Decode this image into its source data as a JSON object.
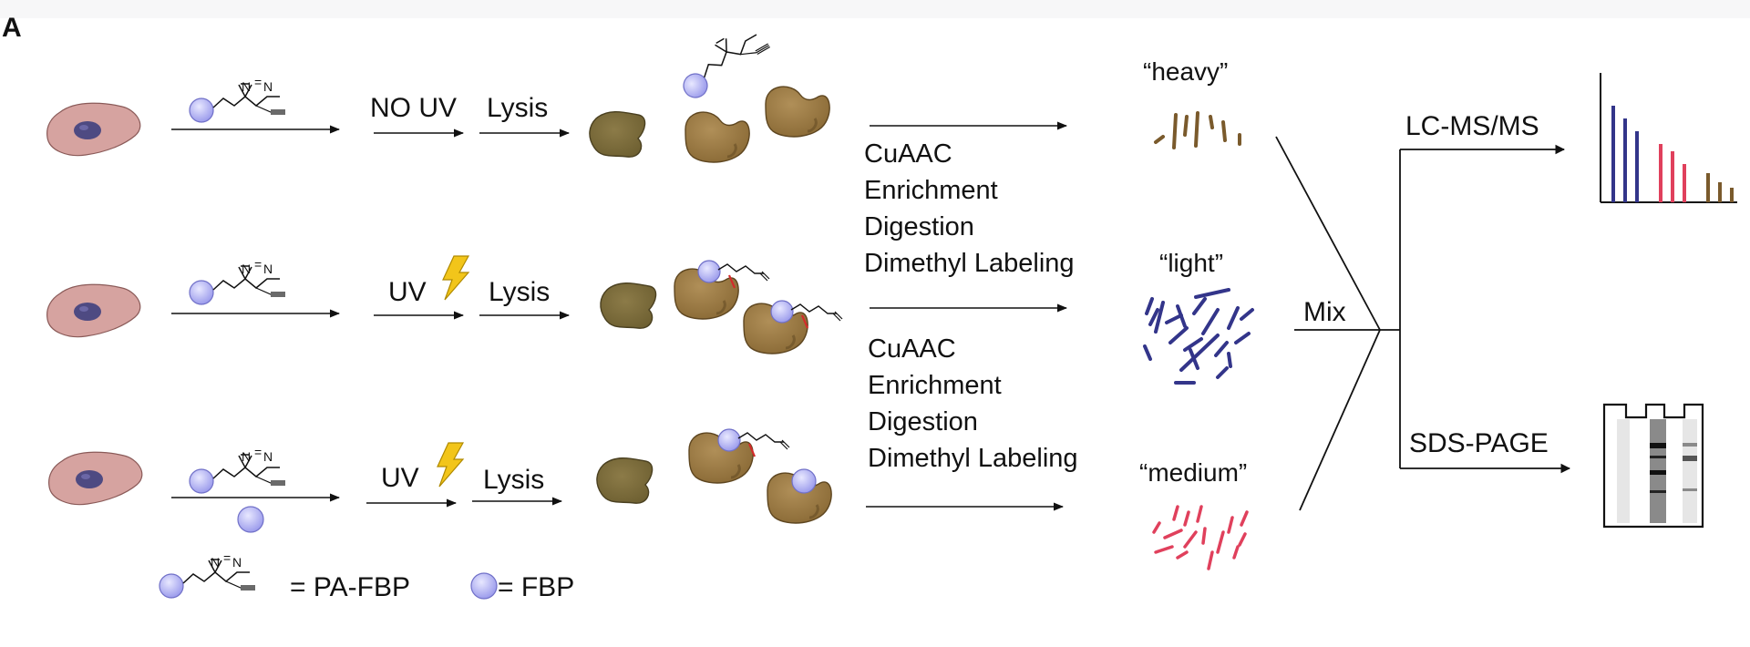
{
  "panel_label": "A",
  "rows": [
    {
      "condition": "NO UV",
      "step": "Lysis"
    },
    {
      "condition": "UV",
      "step": "Lysis"
    },
    {
      "condition": "UV",
      "step": "Lysis"
    }
  ],
  "workflow_blocks": [
    [
      "CuAAC",
      "Enrichment",
      "Digestion",
      "Dimethyl Labeling"
    ],
    [
      "CuAAC",
      "Enrichment",
      "Digestion",
      "Dimethyl Labeling"
    ]
  ],
  "labels": {
    "heavy": "“heavy”",
    "light": "“light”",
    "medium": "“medium”",
    "mix": "Mix",
    "lcms": "LC-MS/MS",
    "sds": "SDS-PAGE"
  },
  "legend": {
    "pa_fbp": "= PA-FBP",
    "fbp": "= FBP"
  },
  "probe_atoms": {
    "n1": "N",
    "n2": "N",
    "eq": "="
  },
  "colors": {
    "cell": "#d6a3a0",
    "nucleus": "#4e4a82",
    "probe": "#a8a8f2",
    "protein_dark": "#7d6e3e",
    "protein_light": "#9b7a45",
    "heavy": "#7a5a2c",
    "light": "#33358a",
    "medium": "#e0405c",
    "bolt": "#f2c51a",
    "crosslink": "#d42a2a"
  },
  "icons": [
    "cell-icon",
    "probe-icon",
    "lightning-icon",
    "protein-icon",
    "peptide-fragments-icon",
    "ms-spectrum-icon",
    "gel-icon"
  ]
}
